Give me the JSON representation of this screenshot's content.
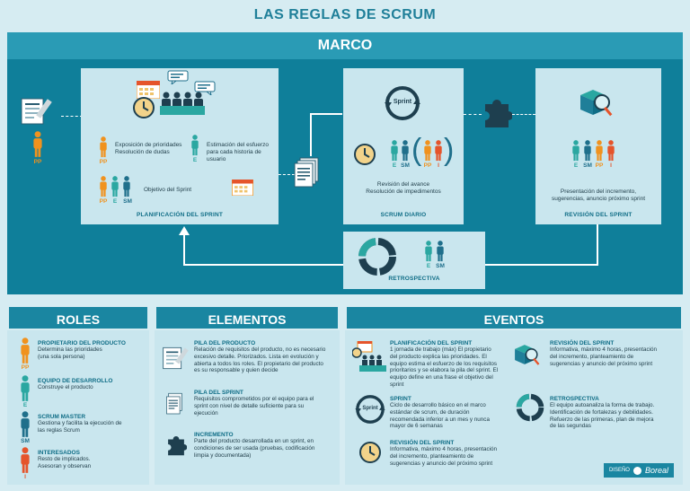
{
  "title": "LAS REGLAS DE SCRUM",
  "marco": {
    "heading": "MARCO",
    "pp_label": "PP",
    "planificacion": {
      "note1": "Exposición de prioridades\nResolución de dudas",
      "note2": "Estimación del esfuerzo\npara cada historia de\nusuario",
      "note3": "Objetivo del Sprint",
      "label": "PLANIFICACIÓN DEL SPRINT",
      "roles": [
        "PP",
        "E",
        "PP",
        "E",
        "SM"
      ]
    },
    "scrum_diario": {
      "sprint_word": "Sprint",
      "note": "Revisión del avance\nResolución de impedimentos",
      "label": "SCRUM DIARIO",
      "roles": [
        "E",
        "SM",
        "PP",
        "I"
      ]
    },
    "revision": {
      "note": "Presentación del incremento,\nsugerencias, anuncio próximo sprint",
      "label": "REVISIÓN DEL SPRINT",
      "roles": [
        "E",
        "SM",
        "PP",
        "I"
      ]
    },
    "retrospectiva": {
      "label": "RETROSPECTIVA",
      "roles": [
        "E",
        "SM"
      ]
    }
  },
  "roles": {
    "heading": "ROLES",
    "items": [
      {
        "title": "PROPIETARIO DEL PRODUCTO",
        "desc": "Determina las prioridades\n(una sola persona)",
        "tag": "PP"
      },
      {
        "title": "EQUIPO DE DESARROLLO",
        "desc": "Construye el producto",
        "tag": "E"
      },
      {
        "title": "SCRUM MASTER",
        "desc": "Gestiona y facilita la ejecución de\nlas reglas Scrum",
        "tag": "SM"
      },
      {
        "title": "INTERESADOS",
        "desc": "Resto de implicados.\nAsesoran y observan",
        "tag": "I"
      }
    ]
  },
  "elementos": {
    "heading": "ELEMENTOS",
    "items": [
      {
        "title": "PILA DEL PRODUCTO",
        "desc": "Relación de requisitos del producto, no es necesario\nexcesivo detalle. Priorizados. Lista en evolución y\nabierta a todos los roles. El propietario del producto\nes su responsable y quien decide"
      },
      {
        "title": "PILA DEL SPRINT",
        "desc": "Requisitos comprometidos por el equipo para el\nsprint con nivel de detalle suficiente para su\nejecución"
      },
      {
        "title": "INCREMENTO",
        "desc": "Parte del producto desarrollada en un sprint, en\ncondiciones de ser usada (pruebas, codificación\nlimpia y documentada)"
      }
    ]
  },
  "eventos": {
    "heading": "EVENTOS",
    "sprint_word": "Sprint",
    "items": [
      {
        "title": "PLANIFICACIÓN DEL SPRINT",
        "desc": "1 jornada de trabajo (máx) El propietario\ndel producto explica las prioridades. El\nequipo estima el esfuerzo de los requisitos\nprioritarios y se elabora la pila del sprint. El\nequipo define en una frase el objetivo del\nsprint"
      },
      {
        "title": "REVISIÓN DEL SPRINT",
        "desc": "Informativa, máximo 4 horas, presentación\ndel incremento, planteamiento de\nsugerencias y anuncio del próximo sprint"
      },
      {
        "title": "SPRINT",
        "desc": "Ciclo de desarrollo básico en el marco\nestándar de scrum, de duración\nrecomendada inferior a un mes y nunca\nmayor de 6 semanas"
      },
      {
        "title": "RETROSPECTIVA",
        "desc": "El equipo autoanaliza la forma de trabajo.\nIdentificación de fortalezas y debilidades.\nRefuerzo de las primeras, plan de mejora\nde las segundas"
      },
      {
        "title": "REVISIÓN DEL SPRINT",
        "desc": "Informativa, máximo 4 horas, presentación\ndel incremento, planteamiento de\nsugerencias y anuncio del próximo sprint"
      }
    ]
  },
  "footer": {
    "diseno": "DISEÑO",
    "brand": "Boreal"
  },
  "colors": {
    "pp": "#f0921e",
    "e": "#2aa7a1",
    "sm": "#1f6f8b",
    "i": "#e5542b",
    "dark": "#0f7f9a"
  }
}
